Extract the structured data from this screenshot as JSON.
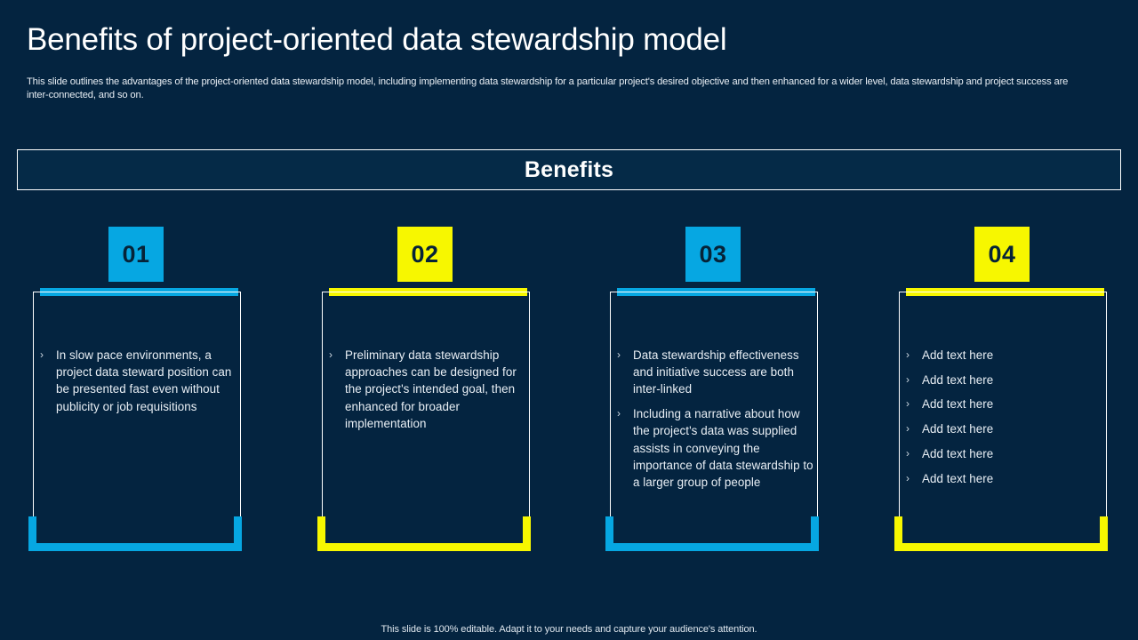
{
  "slide": {
    "title": "Benefits of project-oriented data stewardship model",
    "subtitle": "This slide outlines the advantages of the project-oriented data stewardship model, including implementing data stewardship for a particular project's desired objective and then enhanced for a wider level,  data stewardship and project success are inter-connected, and so on.",
    "background_color": "#042440",
    "footer_note": "This slide is 100% editable.  Adapt it to your needs and capture your audience's attention."
  },
  "banner": {
    "label": "Benefits",
    "border_color": "#ffffff"
  },
  "colors": {
    "cyan": "#06A7E2",
    "yellow": "#F7F700",
    "navy": "#042440",
    "text": "#e9eff5"
  },
  "cards": [
    {
      "number": "01",
      "accent_color": "#06A7E2",
      "bullets": [
        "In  slow pace environments, a project  data steward position can be presented fast even without publicity  or job requisitions"
      ]
    },
    {
      "number": "02",
      "accent_color": "#F7F700",
      "bullets": [
        "Preliminary  data stewardship approaches can be designed for the project's intended  goal, then enhanced  for broader implementation"
      ]
    },
    {
      "number": "03",
      "accent_color": "#06A7E2",
      "bullets": [
        "Data stewardship effectiveness  and initiative success are both inter-linked",
        "Including  a narrative about how the project's data was supplied assists in conveying  the  importance of data stewardship  to a larger group of people"
      ]
    },
    {
      "number": "04",
      "accent_color": "#F7F700",
      "bullets": [
        "Add text  here",
        "Add text  here",
        "Add text  here",
        "Add text  here",
        "Add text  here",
        "Add text  here"
      ]
    }
  ],
  "bullet_glyph": "›"
}
